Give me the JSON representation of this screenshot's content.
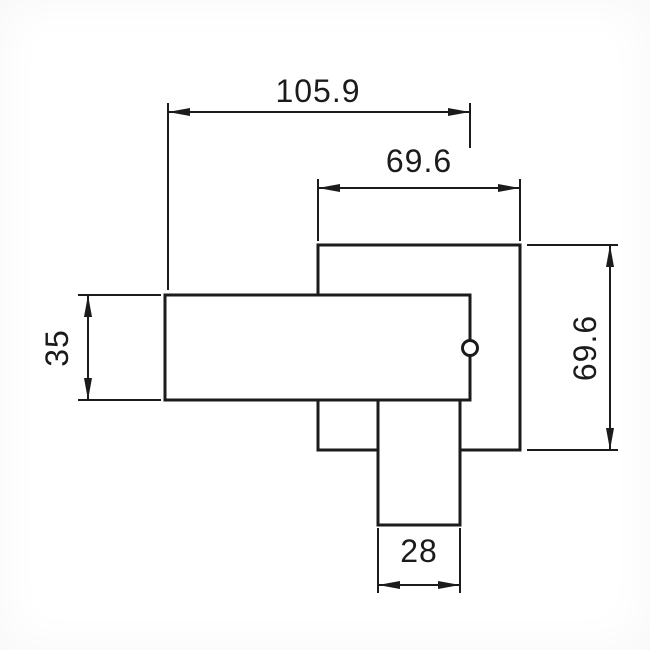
{
  "drawing": {
    "colors": {
      "line": "#1b1b1b",
      "background": "#ffffff"
    },
    "dimensions": {
      "overall_width": "105.9",
      "plate_width": "69.6",
      "arm_height": "35",
      "plate_height": "69.6",
      "spout_width": "28"
    }
  }
}
